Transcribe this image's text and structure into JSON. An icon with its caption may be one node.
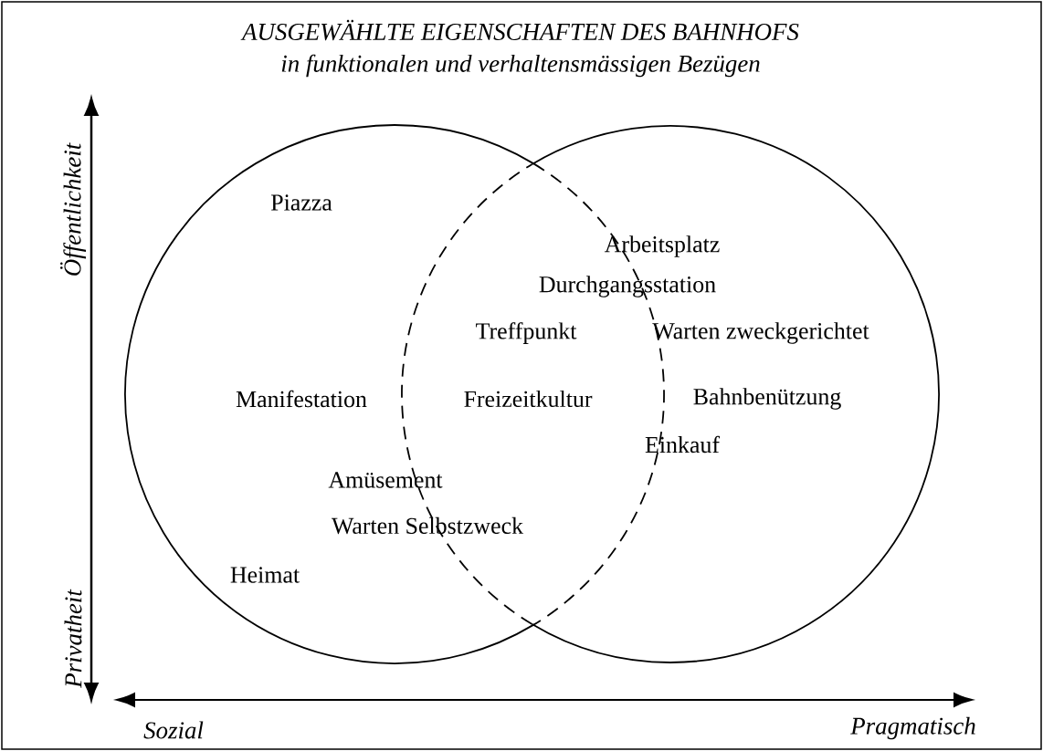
{
  "diagram": {
    "title": "AUSGEWÄHLTE EIGENSCHAFTEN DES BAHNHOFS",
    "nodes": [
      {
        "text": [],
        "shape": "circle"
      },
      {
        "text": [],
        "shape": "circle"
      }
    ],
    "labels": [
      "in funktionalen und verhaltensmässigen Bezügen",
      "Öffentlichkeit",
      "Piazza",
      "Arbeitsplatz",
      "Durchgangsstation",
      "Treffpunkt",
      "Warten zweckgerichtet",
      "Manifestation",
      "Freizeitkultur",
      "Bahnbenützung",
      "Einkauf",
      "Amüsement",
      "Warten Selbstzweck",
      "Heimat",
      "Privatheit",
      "Sozial",
      "Pragmatisch"
    ]
  }
}
